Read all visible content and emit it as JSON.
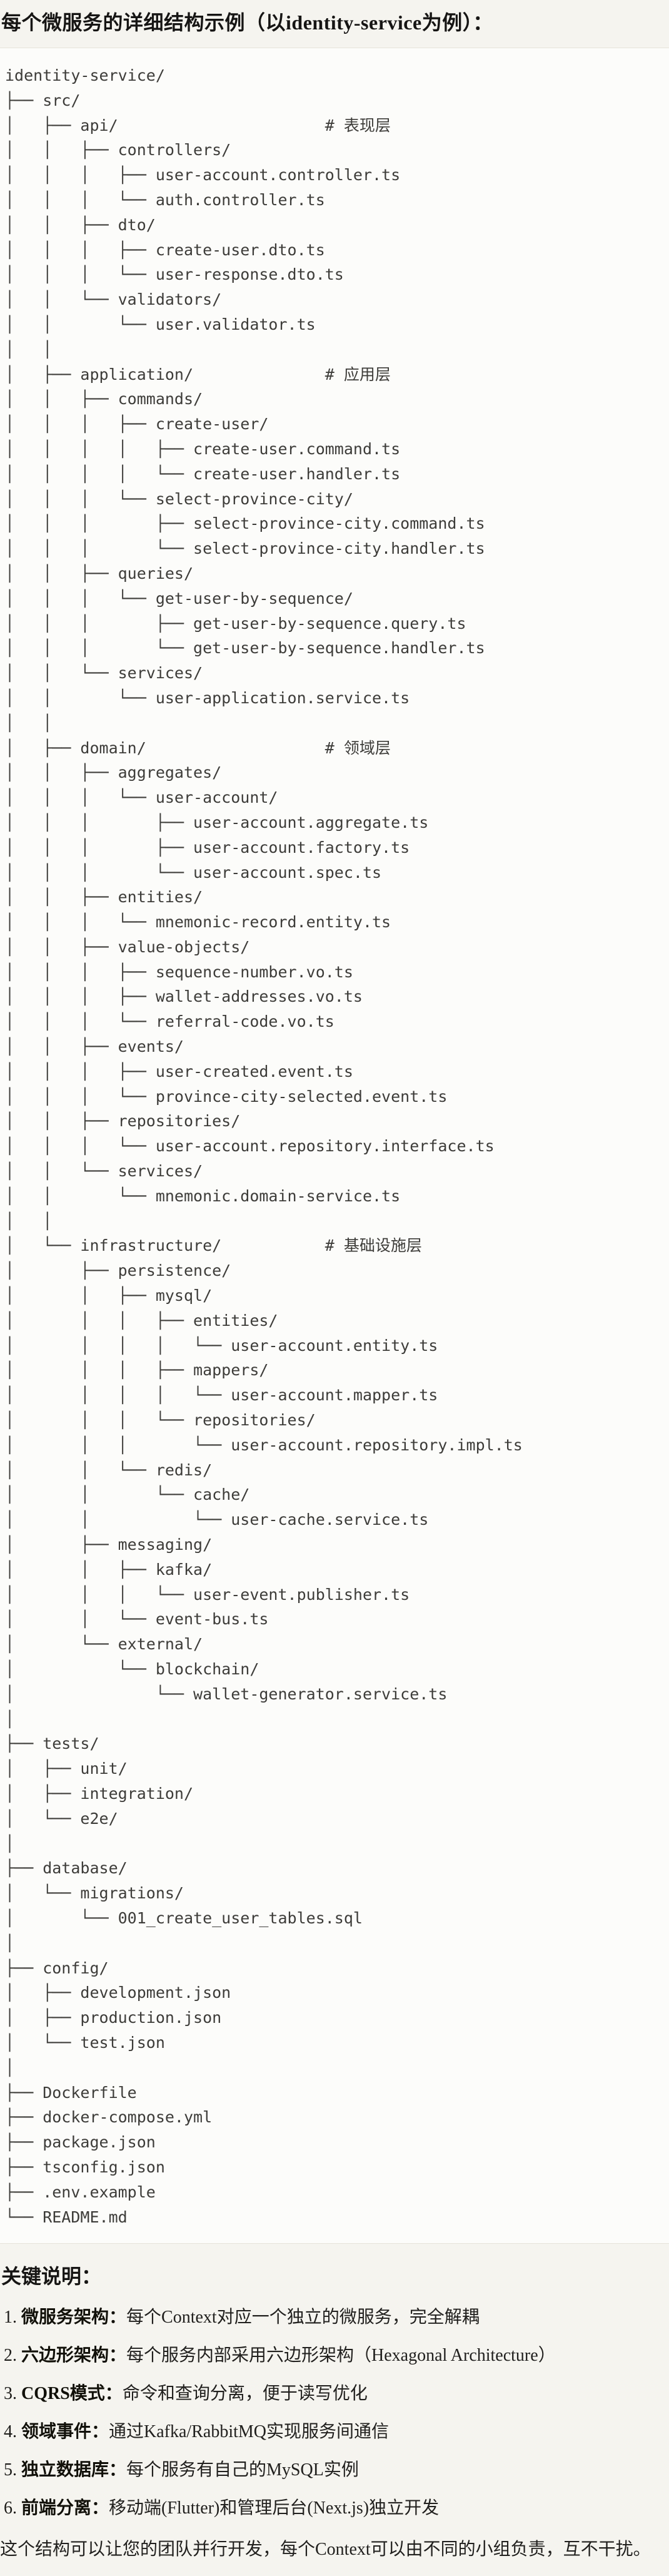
{
  "page": {
    "title": "每个微服务的详细结构示例（以identity-service为例）："
  },
  "tree_lines": [
    "identity-service/",
    "├── src/",
    "│   ├── api/                      # 表现层",
    "│   │   ├── controllers/",
    "│   │   │   ├── user-account.controller.ts",
    "│   │   │   └── auth.controller.ts",
    "│   │   ├── dto/",
    "│   │   │   ├── create-user.dto.ts",
    "│   │   │   └── user-response.dto.ts",
    "│   │   └── validators/",
    "│   │       └── user.validator.ts",
    "│   │",
    "│   ├── application/              # 应用层",
    "│   │   ├── commands/",
    "│   │   │   ├── create-user/",
    "│   │   │   │   ├── create-user.command.ts",
    "│   │   │   │   └── create-user.handler.ts",
    "│   │   │   └── select-province-city/",
    "│   │   │       ├── select-province-city.command.ts",
    "│   │   │       └── select-province-city.handler.ts",
    "│   │   ├── queries/",
    "│   │   │   └── get-user-by-sequence/",
    "│   │   │       ├── get-user-by-sequence.query.ts",
    "│   │   │       └── get-user-by-sequence.handler.ts",
    "│   │   └── services/",
    "│   │       └── user-application.service.ts",
    "│   │",
    "│   ├── domain/                   # 领域层",
    "│   │   ├── aggregates/",
    "│   │   │   └── user-account/",
    "│   │   │       ├── user-account.aggregate.ts",
    "│   │   │       ├── user-account.factory.ts",
    "│   │   │       └── user-account.spec.ts",
    "│   │   ├── entities/",
    "│   │   │   └── mnemonic-record.entity.ts",
    "│   │   ├── value-objects/",
    "│   │   │   ├── sequence-number.vo.ts",
    "│   │   │   ├── wallet-addresses.vo.ts",
    "│   │   │   └── referral-code.vo.ts",
    "│   │   ├── events/",
    "│   │   │   ├── user-created.event.ts",
    "│   │   │   └── province-city-selected.event.ts",
    "│   │   ├── repositories/",
    "│   │   │   └── user-account.repository.interface.ts",
    "│   │   └── services/",
    "│   │       └── mnemonic.domain-service.ts",
    "│   │",
    "│   └── infrastructure/           # 基础设施层",
    "│       ├── persistence/",
    "│       │   ├── mysql/",
    "│       │   │   ├── entities/",
    "│       │   │   │   └── user-account.entity.ts",
    "│       │   │   ├── mappers/",
    "│       │   │   │   └── user-account.mapper.ts",
    "│       │   │   └── repositories/",
    "│       │   │       └── user-account.repository.impl.ts",
    "│       │   └── redis/",
    "│       │       └── cache/",
    "│       │           └── user-cache.service.ts",
    "│       ├── messaging/",
    "│       │   ├── kafka/",
    "│       │   │   └── user-event.publisher.ts",
    "│       │   └── event-bus.ts",
    "│       └── external/",
    "│           └── blockchain/",
    "│               └── wallet-generator.service.ts",
    "│",
    "├── tests/",
    "│   ├── unit/",
    "│   ├── integration/",
    "│   └── e2e/",
    "│",
    "├── database/",
    "│   └── migrations/",
    "│       └── 001_create_user_tables.sql",
    "│",
    "├── config/",
    "│   ├── development.json",
    "│   ├── production.json",
    "│   └── test.json",
    "│",
    "├── Dockerfile",
    "├── docker-compose.yml",
    "├── package.json",
    "├── tsconfig.json",
    "├── .env.example",
    "└── README.md"
  ],
  "notes": {
    "heading": "关键说明：",
    "colon": "：",
    "items": [
      {
        "num": "1.",
        "label": "微服务架构",
        "desc": "每个Context对应一个独立的微服务，完全解耦"
      },
      {
        "num": "2.",
        "label": "六边形架构",
        "desc": "每个服务内部采用六边形架构（Hexagonal Architecture）"
      },
      {
        "num": "3.",
        "label": "CQRS模式",
        "desc": "命令和查询分离，便于读写优化"
      },
      {
        "num": "4.",
        "label": "领域事件",
        "desc": "通过Kafka/RabbitMQ实现服务间通信"
      },
      {
        "num": "5.",
        "label": "独立数据库",
        "desc": "每个服务有自己的MySQL实例"
      },
      {
        "num": "6.",
        "label": "前端分离",
        "desc": "移动端(Flutter)和管理后台(Next.js)独立开发"
      }
    ],
    "footer": "这个结构可以让您的团队并行开发，每个Context可以由不同的小组负责，互不干扰。"
  }
}
